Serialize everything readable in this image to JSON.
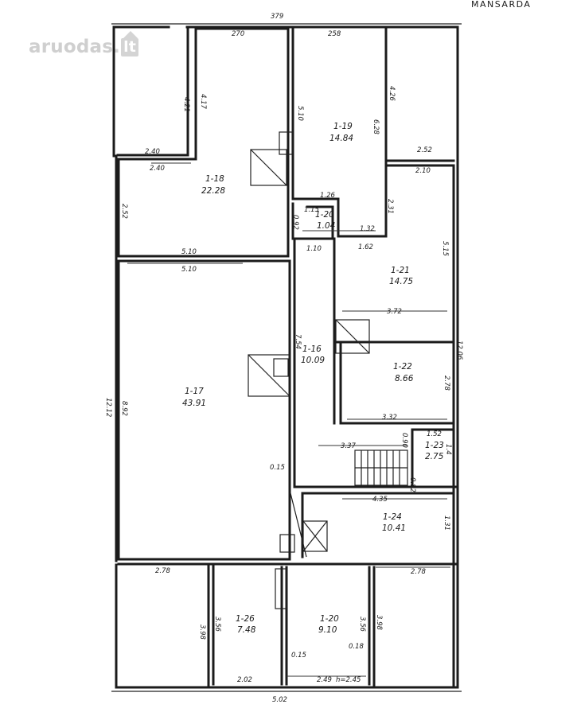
{
  "header": {
    "floor_title": "MANSARDA"
  },
  "watermark": {
    "brand": "aruodas",
    "separator": ".",
    "tld": "lt"
  },
  "rooms": [
    {
      "code": "1-18",
      "area": "22.28"
    },
    {
      "code": "1-19",
      "area": "14.84"
    },
    {
      "code": "1-20",
      "area": "1.04"
    },
    {
      "code": "1-21",
      "area": "14.75"
    },
    {
      "code": "1-16",
      "area": "10.09"
    },
    {
      "code": "1-22",
      "area": "8.66"
    },
    {
      "code": "1-17",
      "area": "43.91"
    },
    {
      "code": "1-23",
      "area": "2.75"
    },
    {
      "code": "1-24",
      "area": "10.41"
    },
    {
      "code": "1-26",
      "area": "7.48"
    },
    {
      "code": "1-20",
      "area": "9.10"
    }
  ],
  "dimensions": [
    "379",
    "270",
    "258",
    "4.21",
    "4.17",
    "5.10",
    "6.28",
    "4.26",
    "2.40",
    "2.40",
    "2.52",
    "2.10",
    "2.52",
    "1.26",
    "1.15",
    "0.92",
    "1.32",
    "2.31",
    "5.15",
    "5.10",
    "5.10",
    "1.10",
    "1.62",
    "3.72",
    "7.54",
    "12.06",
    "2.78",
    "3.32",
    "12.12",
    "8.92",
    "3.37",
    "0.90",
    "1.52",
    "1.4",
    "0.15",
    "0.82",
    "4.35",
    "1.31",
    "2.78",
    "2.78",
    "3.98",
    "3.56",
    "3.56",
    "3.98",
    "0.15",
    "0.18",
    "2.02",
    "2.49",
    "h=2.45",
    "5.02"
  ]
}
